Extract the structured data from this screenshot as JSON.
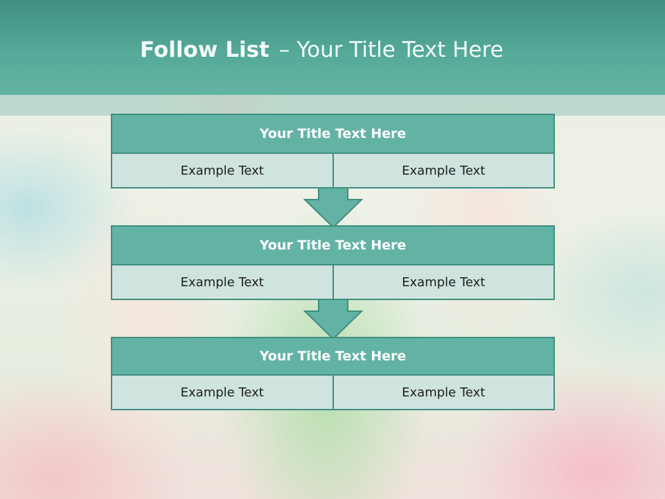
{
  "slide": {
    "title_bold": "Follow List",
    "title_separator": "–",
    "title_rest": "Your Title Text Here"
  },
  "blocks": [
    {
      "title": "Your Title Text Here",
      "left_text": "Example Text",
      "right_text": "Example Text"
    },
    {
      "title": "Your Title Text Here",
      "left_text": "Example Text",
      "right_text": "Example Text"
    },
    {
      "title": "Your Title Text Here",
      "left_text": "Example Text",
      "right_text": "Example Text"
    }
  ],
  "icons": {
    "connector": "arrow-down-icon"
  },
  "colors": {
    "header_teal": "#55a998",
    "block_title_fill": "#63b3a4",
    "block_border": "#3f8e80",
    "cell_fill": "#cfe3df",
    "title_text": "#f2faf7"
  }
}
